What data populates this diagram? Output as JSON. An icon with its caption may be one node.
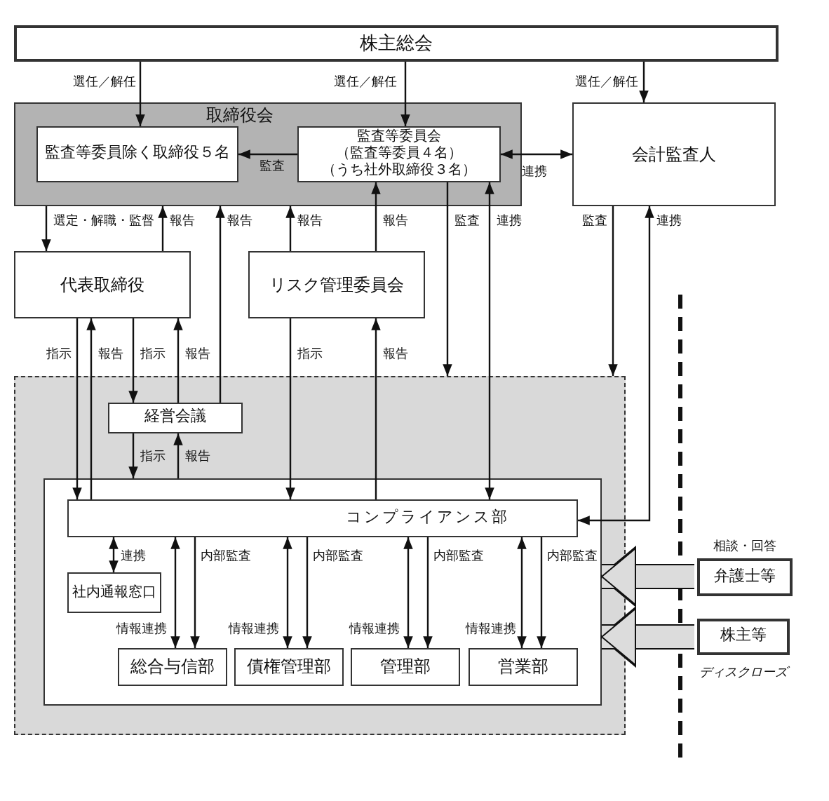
{
  "diagram": {
    "nodes": [
      {
        "text": [
          "株主総会"
        ]
      },
      {
        "text": [
          "取締役会"
        ]
      },
      {
        "text": [
          "監査等委員除く取締役５名"
        ],
        "in": 1
      },
      {
        "text": [
          "監査等委員会",
          "（監査等委員４名）",
          "（うち社外取締役３名）"
        ],
        "in": 1
      },
      {
        "text": [
          "会計監査人"
        ]
      },
      {
        "text": [
          "代表取締役"
        ]
      },
      {
        "text": [
          "リスク管理委員会"
        ]
      },
      {
        "text": [],
        "shape": "box"
      },
      {
        "text": [
          "経営会議"
        ],
        "in": 7
      },
      {
        "text": [],
        "shape": "box",
        "in": 7
      },
      {
        "text": [
          "コンプライアンス部"
        ],
        "in": 9
      },
      {
        "text": [
          "社内通報窓口"
        ],
        "in": 9
      },
      {
        "text": [
          "総合与信部"
        ],
        "in": 9
      },
      {
        "text": [
          "債権管理部"
        ],
        "in": 9
      },
      {
        "text": [
          "管理部"
        ],
        "in": 9
      },
      {
        "text": [
          "営業部"
        ],
        "in": 9
      },
      {
        "text": [
          "弁護士等"
        ],
        "beside": [
          "相談・回答"
        ]
      },
      {
        "text": [
          "株主等"
        ],
        "beside": [
          "ディスクローズ"
        ]
      }
    ],
    "edges": [
      {
        "from": 0,
        "to": 2,
        "arrow": "to",
        "label": "選任／解任"
      },
      {
        "from": 0,
        "to": 3,
        "arrow": "to",
        "label": "選任／解任"
      },
      {
        "from": 0,
        "to": 4,
        "arrow": "to",
        "label": "選任／解任"
      },
      {
        "from": 3,
        "to": 2,
        "arrow": "to",
        "label": "監査"
      },
      {
        "from": 3,
        "to": 4,
        "arrow": "both",
        "label": "連携"
      },
      {
        "from": 1,
        "to": 5,
        "arrow": "to",
        "label": "選定・解職・監督"
      },
      {
        "from": 5,
        "to": 1,
        "arrow": "to",
        "label": "報告"
      },
      {
        "from": 8,
        "to": 1,
        "arrow": "to",
        "label": "報告"
      },
      {
        "from": 6,
        "to": 1,
        "arrow": "to",
        "label": "報告"
      },
      {
        "from": 6,
        "to": 3,
        "arrow": "to",
        "label": "報告"
      },
      {
        "from": 3,
        "to": 7,
        "arrow": "to",
        "label": "監査"
      },
      {
        "from": 3,
        "to": 10,
        "arrow": "both",
        "label": "連携"
      },
      {
        "from": 4,
        "to": 7,
        "arrow": "to",
        "label": "監査"
      },
      {
        "from": 10,
        "to": 4,
        "arrow": "both",
        "label": "連携"
      },
      {
        "from": 5,
        "to": 10,
        "arrow": "to",
        "label": "指示"
      },
      {
        "from": 10,
        "to": 5,
        "arrow": "to",
        "label": "報告"
      },
      {
        "from": 5,
        "to": 8,
        "arrow": "to",
        "label": "指示"
      },
      {
        "from": 8,
        "to": 5,
        "arrow": "to",
        "label": "報告"
      },
      {
        "from": 6,
        "to": 10,
        "arrow": "to",
        "label": "指示"
      },
      {
        "from": 10,
        "to": 6,
        "arrow": "to",
        "label": "報告"
      },
      {
        "from": 8,
        "to": 9,
        "arrow": "to",
        "label": "指示"
      },
      {
        "from": 9,
        "to": 8,
        "arrow": "to",
        "label": "報告"
      },
      {
        "from": 10,
        "to": 11,
        "arrow": "both",
        "label": "連携"
      },
      {
        "from": 10,
        "to": 12,
        "arrow": "both",
        "label": "情報連携"
      },
      {
        "from": 10,
        "to": 12,
        "arrow": "to",
        "label": "内部監査"
      },
      {
        "from": 10,
        "to": 13,
        "arrow": "both",
        "label": "情報連携"
      },
      {
        "from": 10,
        "to": 13,
        "arrow": "to",
        "label": "内部監査"
      },
      {
        "from": 10,
        "to": 14,
        "arrow": "both",
        "label": "情報連携"
      },
      {
        "from": 10,
        "to": 14,
        "arrow": "to",
        "label": "内部監査"
      },
      {
        "from": 10,
        "to": 15,
        "arrow": "both",
        "label": "情報連携"
      },
      {
        "from": 10,
        "to": 15,
        "arrow": "to",
        "label": "内部監査"
      },
      {
        "from": 16,
        "to": 9,
        "arrow": "to",
        "style": "thick",
        "color": "#dcdcdc"
      },
      {
        "from": 17,
        "to": 9,
        "arrow": "to",
        "style": "thick",
        "color": "#dcdcdc"
      }
    ]
  }
}
